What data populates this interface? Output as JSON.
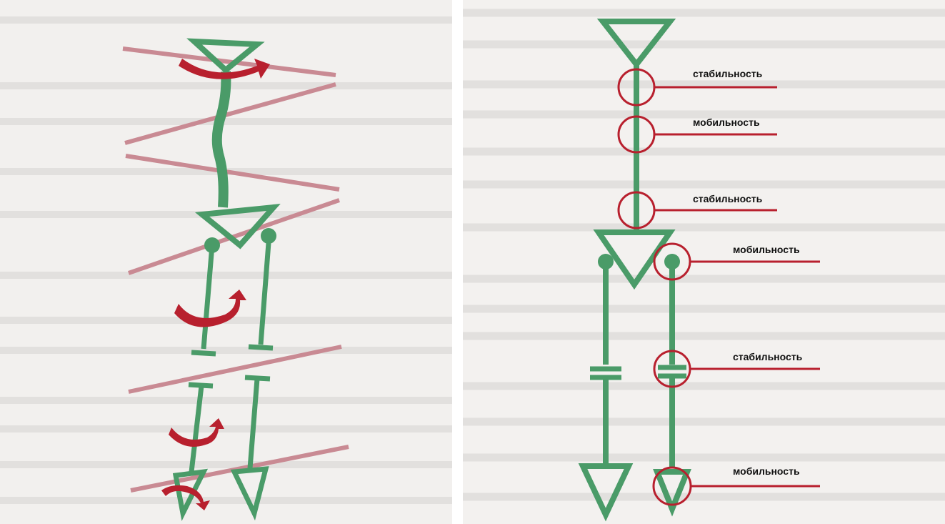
{
  "labels": [
    "стабильность",
    "мобильность",
    "стабильность",
    "мобильность",
    "стабильность",
    "мобильность"
  ],
  "colors": {
    "green": "#4a9b68",
    "pink": "#c98a93",
    "red": "#b8202e",
    "ghost_text": "#dedcda"
  },
  "icons": {
    "rotation": "curved-rotation-arrow-icon",
    "joint": "joint-ring-icon"
  }
}
